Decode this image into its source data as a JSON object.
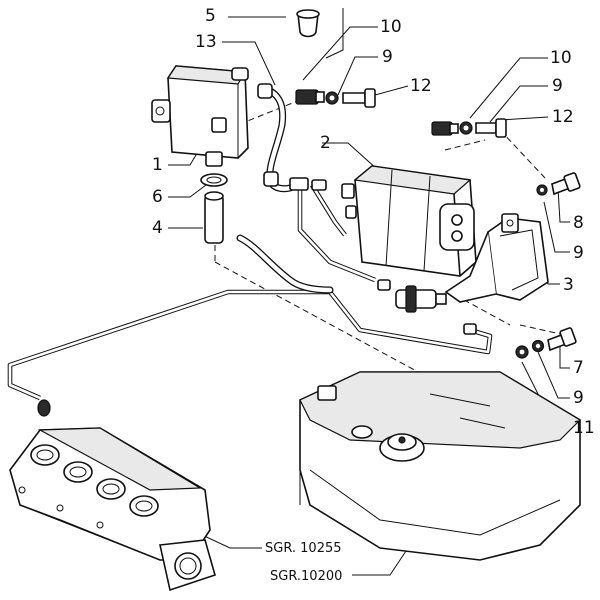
{
  "callouts": [
    {
      "id": "c5",
      "label": "5"
    },
    {
      "id": "c10a",
      "label": "10"
    },
    {
      "id": "c13",
      "label": "13"
    },
    {
      "id": "c9a",
      "label": "9"
    },
    {
      "id": "c12a",
      "label": "12"
    },
    {
      "id": "c10b",
      "label": "10"
    },
    {
      "id": "c9b",
      "label": "9"
    },
    {
      "id": "c12b",
      "label": "12"
    },
    {
      "id": "c2",
      "label": "2"
    },
    {
      "id": "c1",
      "label": "1"
    },
    {
      "id": "c6",
      "label": "6"
    },
    {
      "id": "c4",
      "label": "4"
    },
    {
      "id": "c8",
      "label": "8"
    },
    {
      "id": "c9c",
      "label": "9"
    },
    {
      "id": "c3",
      "label": "3"
    },
    {
      "id": "c7",
      "label": "7"
    },
    {
      "id": "c9d",
      "label": "9"
    },
    {
      "id": "c11",
      "label": "11"
    }
  ],
  "references": {
    "intake_manifold": "SGR. 10255",
    "fuel_tank": "SGR.10200"
  }
}
